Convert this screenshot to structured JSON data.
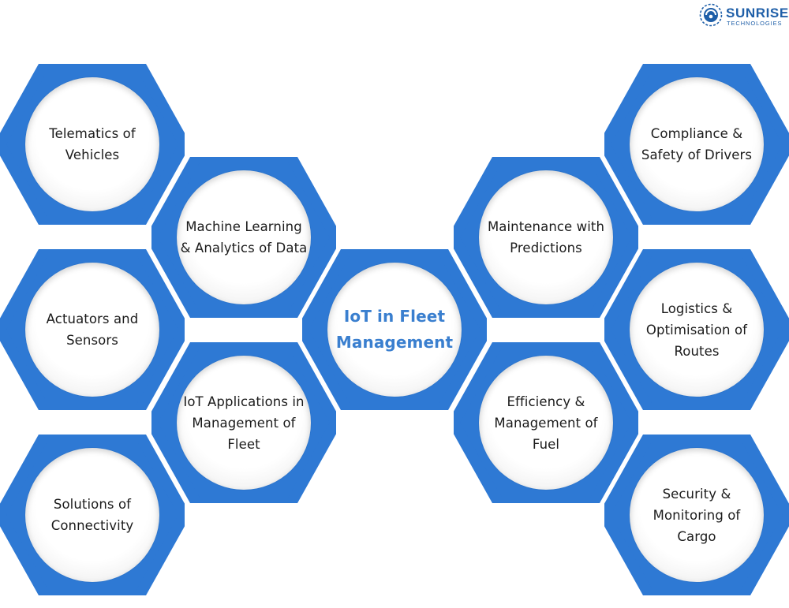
{
  "brand": {
    "name": "SUNRISE",
    "tagline": "TECHNOLOGIES",
    "color": "#1f5fa8"
  },
  "theme": {
    "hex_fill": "#2e79d4",
    "center_text_color": "#3a7fcf"
  },
  "center": {
    "label": "IoT in Fleet Management"
  },
  "nodes": {
    "telematics": "Telematics of Vehicles",
    "machine_learning": "Machine Learning & Analytics of Data",
    "actuators": "Actuators and Sensors",
    "iot_applications": "IoT Applications in Management of Fleet",
    "connectivity": "Solutions of Connectivity",
    "maintenance": "Maintenance with Predictions",
    "compliance": "Compliance & Safety of Drivers",
    "logistics": "Logistics & Optimisation of Routes",
    "fuel": "Efficiency & Management of Fuel",
    "cargo": "Security & Monitoring of Cargo"
  }
}
